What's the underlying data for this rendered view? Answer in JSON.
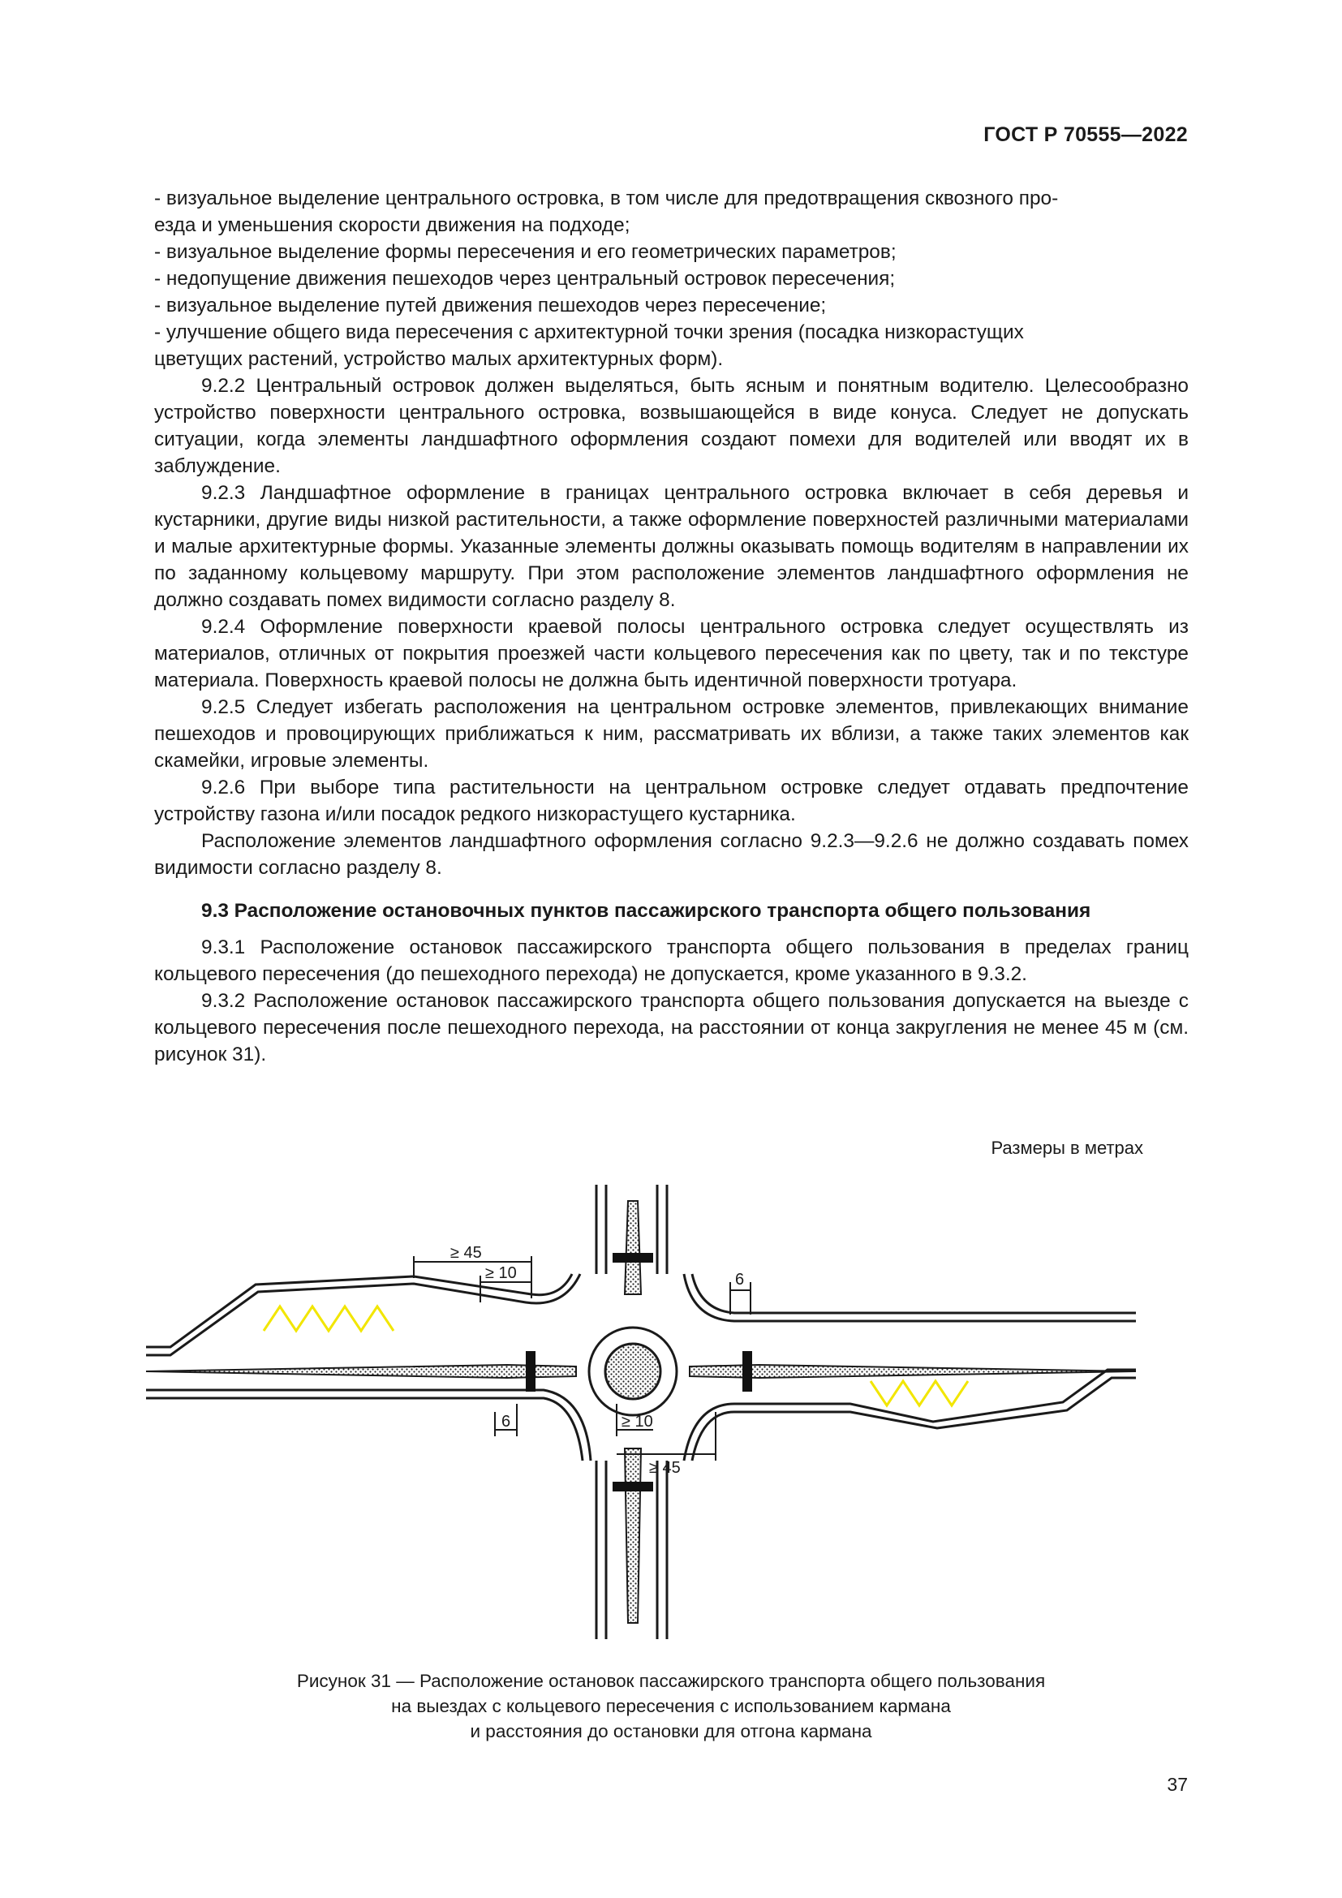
{
  "header": {
    "doc_code": "ГОСТ Р 70555—2022"
  },
  "bullets": [
    "- визуальное выделение центрального островка, в том числе для предотвращения сквозного про-",
    "езда и уменьшения скорости движения на подходе;",
    "- визуальное выделение формы пересечения и его геометрических параметров;",
    "- недопущение движения пешеходов через центральный островок пересечения;",
    "- визуальное выделение путей движения пешеходов через пересечение;",
    "- улучшение общего вида пересечения с архитектурной точки зрения (посадка низкорастущих",
    "цветущих растений, устройство малых архитектурных форм)."
  ],
  "paragraphs": {
    "p922": "9.2.2 Центральный островок должен выделяться, быть ясным и понятным водителю. Целесообразно устройство поверхности центрального островка, возвышающейся в виде конуса. Следует не допускать ситуации, когда элементы ландшафтного оформления создают помехи для водителей или вводят их в заблуждение.",
    "p923": "9.2.3 Ландшафтное оформление в границах центрального островка включает в себя деревья и кустарники, другие виды низкой растительности, а также оформление поверхностей различными материалами и малые архитектурные формы. Указанные элементы должны оказывать помощь водителям в направлении их по заданному кольцевому маршруту. При этом расположение элементов ландшафтного оформления не должно создавать помех видимости согласно разделу 8.",
    "p924": "9.2.4 Оформление поверхности краевой полосы центрального островка следует осуществлять из материалов, отличных от покрытия проезжей части кольцевого пересечения как по цвету, так и по текстуре материала. Поверхность краевой полосы не должна быть идентичной поверхности тротуара.",
    "p925": "9.2.5 Следует избегать расположения на центральном островке элементов, привлекающих внимание пешеходов и провоцирующих приближаться к ним, рассматривать их вблизи, а также таких элементов как скамейки, игровые элементы.",
    "p926": "9.2.6 При выборе типа растительности на центральном островке следует отдавать предпочтение устройству газона и/или посадок редкого низкорастущего кустарника.",
    "p926b": "Расположение элементов ландшафтного оформления согласно 9.2.3—9.2.6 не должно создавать помех видимости согласно разделу 8.",
    "section93": "9.3 Расположение остановочных пунктов пассажирского транспорта общего пользования",
    "p931": "9.3.1 Расположение остановок пассажирского транспорта общего пользования в пределах границ кольцевого пересечения (до пешеходного перехода) не допускается, кроме указанного в 9.3.2.",
    "p932": "9.3.2 Расположение остановок пассажирского транспорта общего пользования допускается на выезде с кольцевого пересечения после пешеходного перехода, на расстоянии от конца закругления не менее 45 м (см. рисунок 31)."
  },
  "figure": {
    "dims_note": "Размеры в метрах",
    "labels": {
      "dim_45_top": "≥ 45",
      "dim_10_top": "≥ 10",
      "dim_6_top": "6",
      "dim_6_bottom": "6",
      "dim_10_bottom": "≥ 10",
      "dim_45_bottom": "≥ 45"
    },
    "colors": {
      "bus_stop_marking": "#f2e600",
      "line": "#1a1a1a"
    },
    "caption_lines": [
      "Рисунок 31 — Расположение остановок пассажирского транспорта общего пользования",
      "на выездах с кольцевого пересечения с использованием кармана",
      "и расстояния до остановки для отгона кармана"
    ]
  },
  "page_number": "37"
}
